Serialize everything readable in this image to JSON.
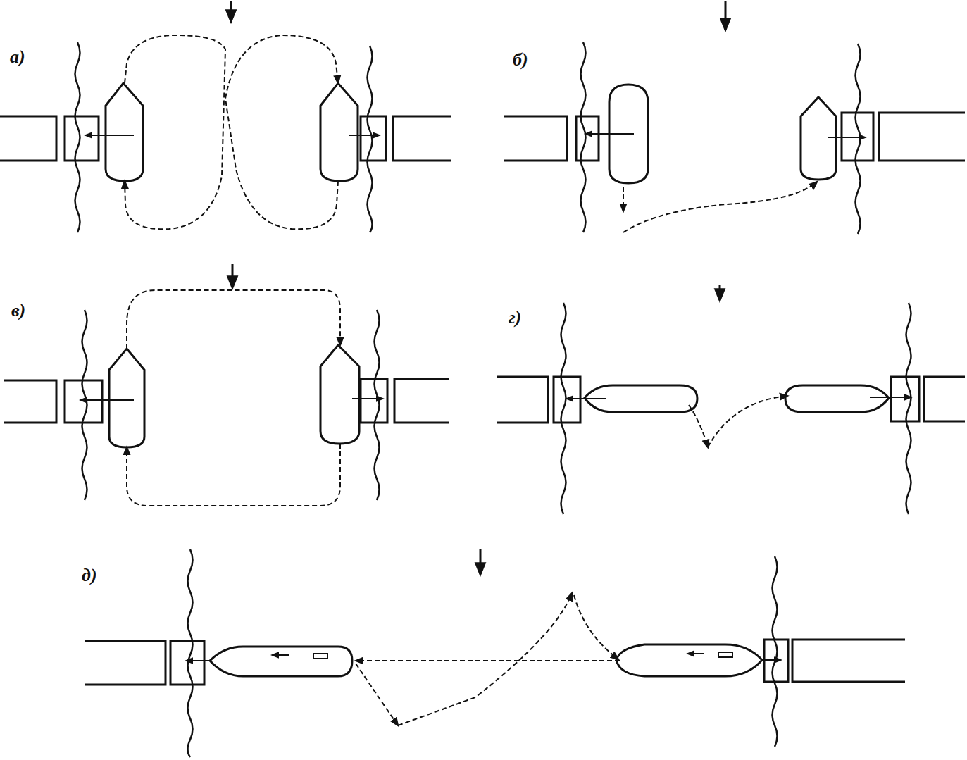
{
  "diagram": {
    "labels": [
      "а)",
      "б)",
      "в)",
      "г)",
      "д)"
    ]
  }
}
